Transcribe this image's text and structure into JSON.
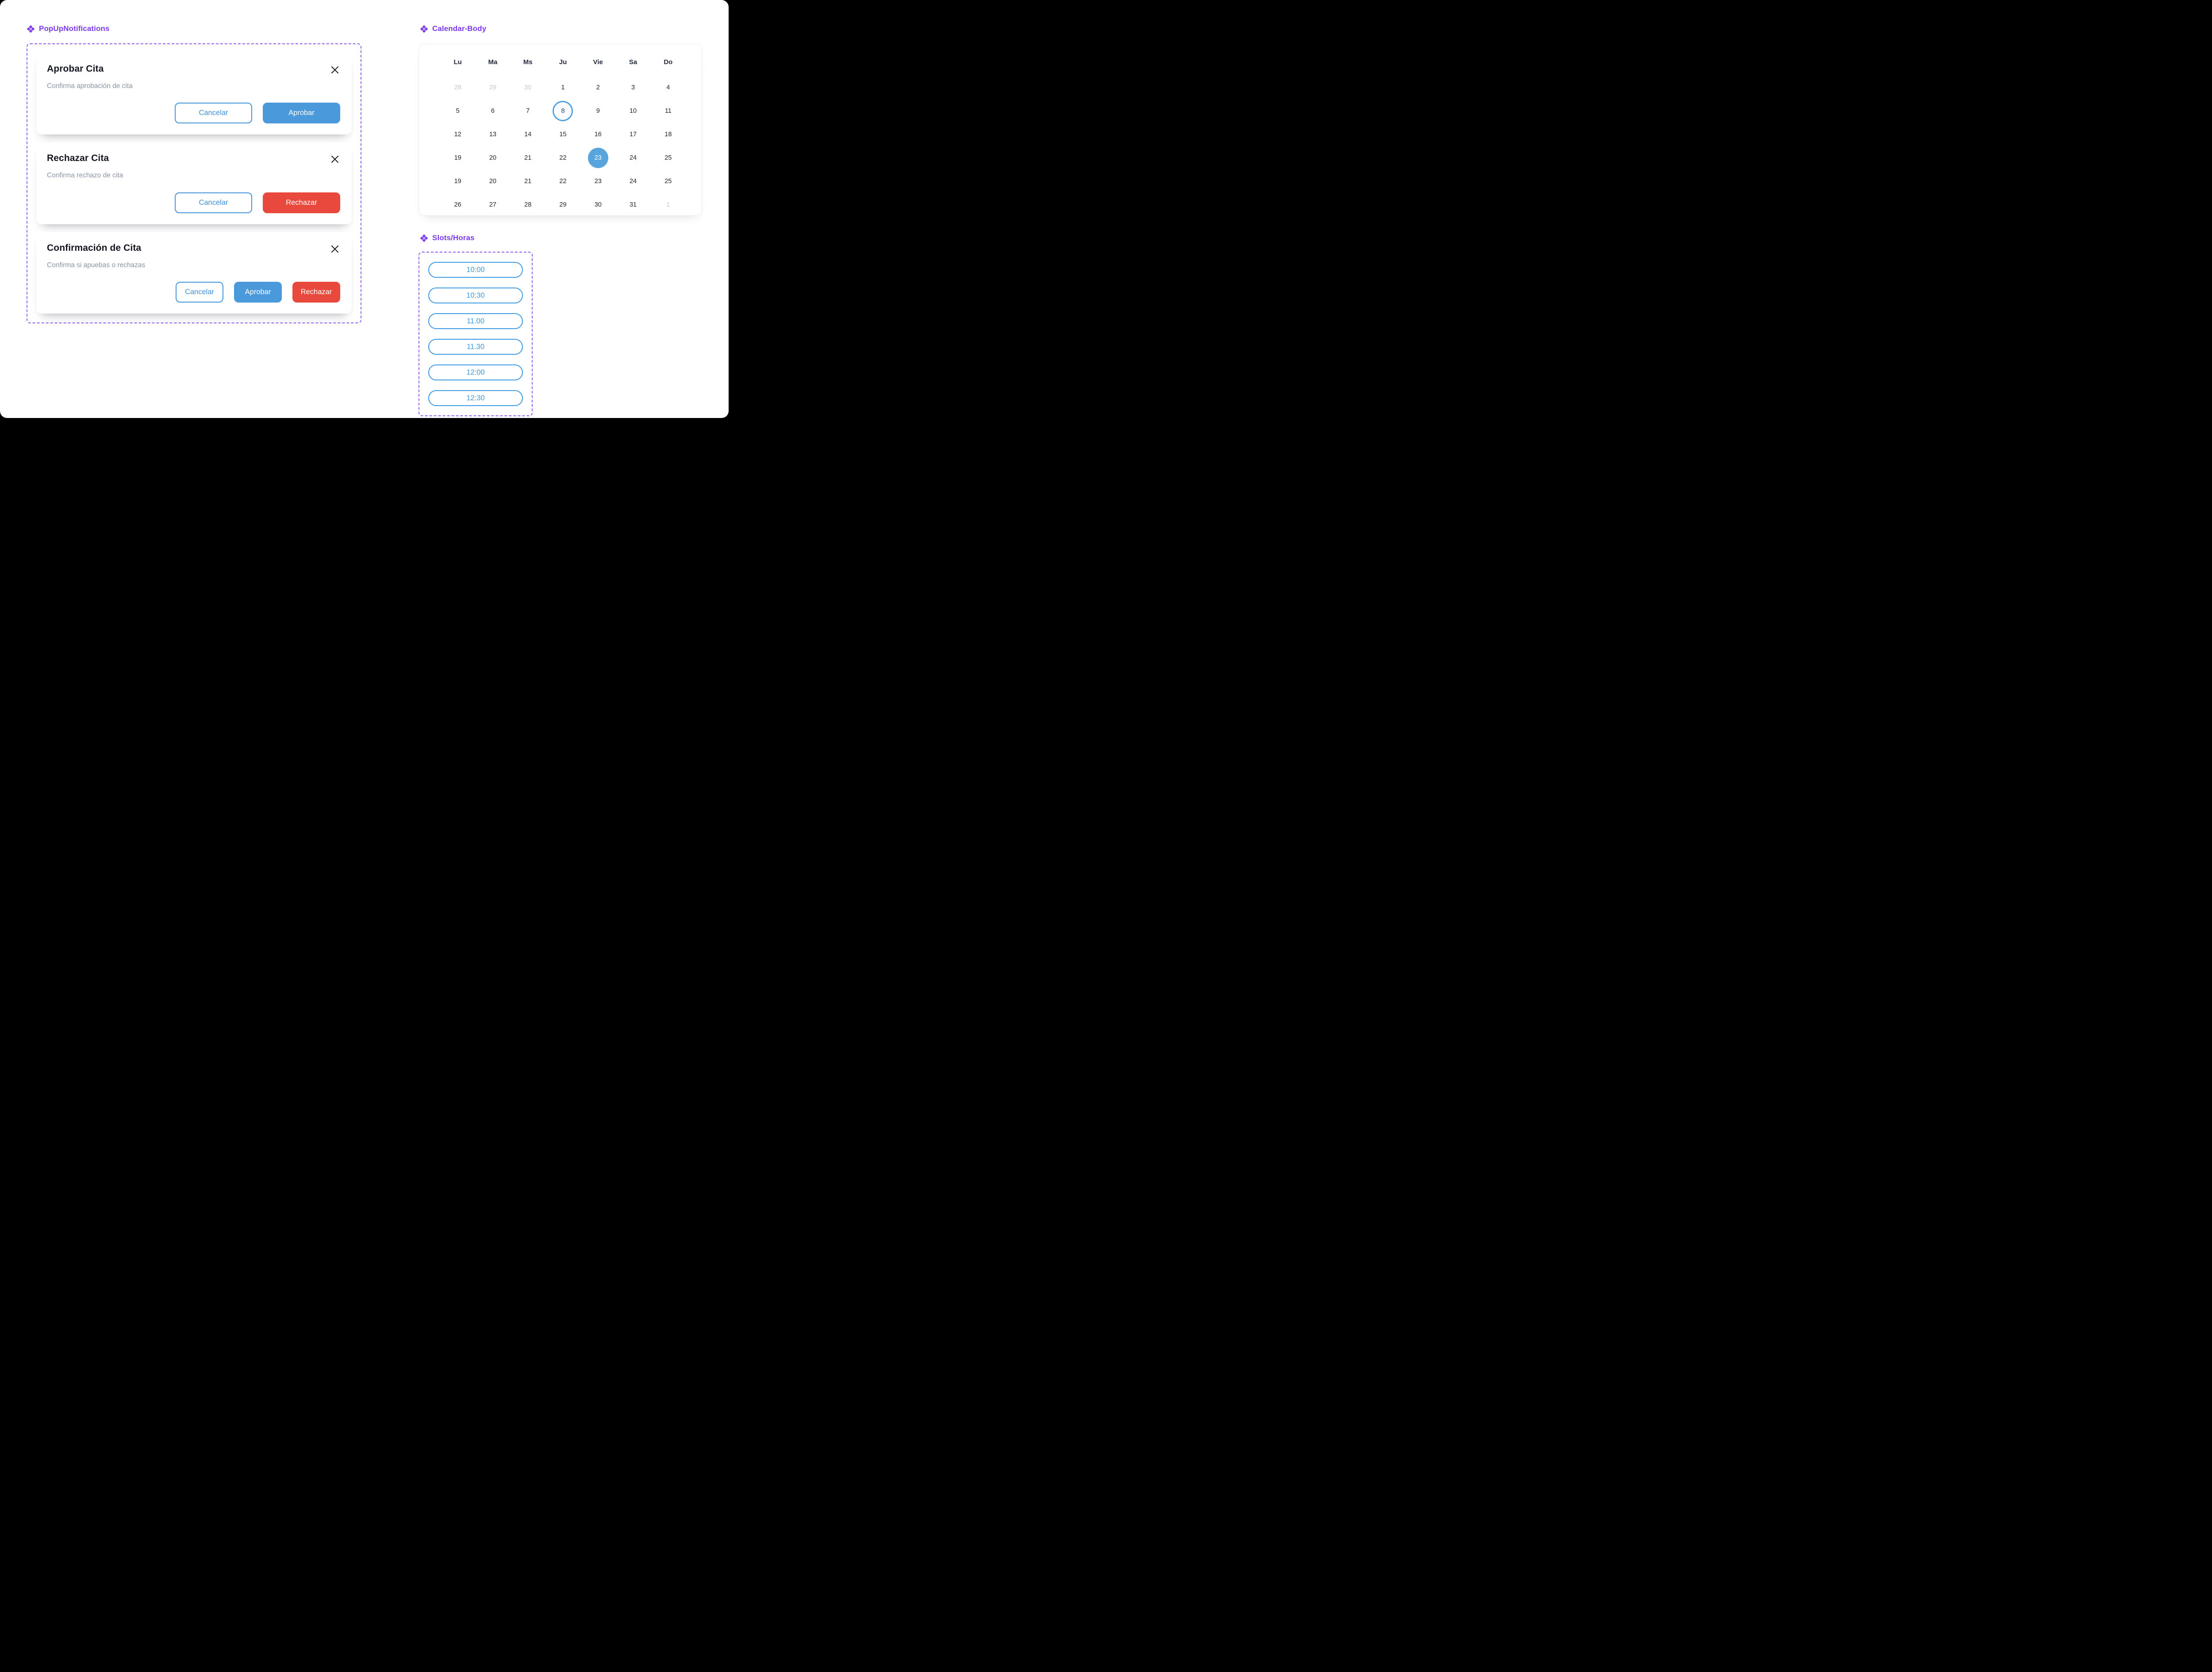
{
  "colors": {
    "accent_purple": "#7C3AED",
    "dashed_border_purple": "#9061F0",
    "primary_blue": "#4A99DB",
    "outline_blue": "#4495DE",
    "danger_red": "#E8493C",
    "selected_day_blue": "#57A5DC",
    "muted_day_gray": "#C2C9D6",
    "subtitle_gray": "#8B94A6"
  },
  "popup_section": {
    "title": "PopUpNotifications",
    "modals": [
      {
        "title": "Aprobar Cita",
        "subtitle": "Confirma aprobación de cita",
        "buttons": [
          {
            "label": "Cancelar",
            "style": "outline"
          },
          {
            "label": "Aprobar",
            "style": "primary"
          }
        ]
      },
      {
        "title": "Rechazar Cita",
        "subtitle": "Confirma rechazo de cita",
        "buttons": [
          {
            "label": "Cancelar",
            "style": "outline"
          },
          {
            "label": "Rechazar",
            "style": "danger"
          }
        ]
      },
      {
        "title": "Confirmación de Cita",
        "subtitle": "Confirma si apuebas o rechazas",
        "buttons": [
          {
            "label": "Cancelar",
            "style": "outline"
          },
          {
            "label": "Aprobar",
            "style": "primary"
          },
          {
            "label": "Rechazar",
            "style": "danger"
          }
        ]
      }
    ]
  },
  "calendar_section": {
    "title": "Calendar-Body",
    "day_headers": [
      "Lu",
      "Ma",
      "Ms",
      "Ju",
      "Vie",
      "Sa",
      "Do"
    ],
    "weeks": [
      [
        {
          "day": "28",
          "state": "muted"
        },
        {
          "day": "29",
          "state": "muted"
        },
        {
          "day": "30",
          "state": "muted"
        },
        {
          "day": "1"
        },
        {
          "day": "2"
        },
        {
          "day": "3"
        },
        {
          "day": "4"
        }
      ],
      [
        {
          "day": "5"
        },
        {
          "day": "6"
        },
        {
          "day": "7"
        },
        {
          "day": "8",
          "state": "outlined"
        },
        {
          "day": "9"
        },
        {
          "day": "10"
        },
        {
          "day": "11"
        }
      ],
      [
        {
          "day": "12"
        },
        {
          "day": "13"
        },
        {
          "day": "14"
        },
        {
          "day": "15"
        },
        {
          "day": "16"
        },
        {
          "day": "17"
        },
        {
          "day": "18"
        }
      ],
      [
        {
          "day": "19"
        },
        {
          "day": "20"
        },
        {
          "day": "21"
        },
        {
          "day": "22"
        },
        {
          "day": "23",
          "state": "selected"
        },
        {
          "day": "24"
        },
        {
          "day": "25"
        }
      ],
      [
        {
          "day": "19"
        },
        {
          "day": "20"
        },
        {
          "day": "21"
        },
        {
          "day": "22"
        },
        {
          "day": "23"
        },
        {
          "day": "24"
        },
        {
          "day": "25"
        }
      ],
      [
        {
          "day": "26"
        },
        {
          "day": "27"
        },
        {
          "day": "28"
        },
        {
          "day": "29"
        },
        {
          "day": "30"
        },
        {
          "day": "31"
        },
        {
          "day": "1",
          "state": "muted"
        }
      ]
    ]
  },
  "slots_section": {
    "title": "Slots/Horas",
    "slots": [
      "10:00",
      "10:30",
      "11.00",
      "11.30",
      "12:00",
      "12:30"
    ]
  }
}
